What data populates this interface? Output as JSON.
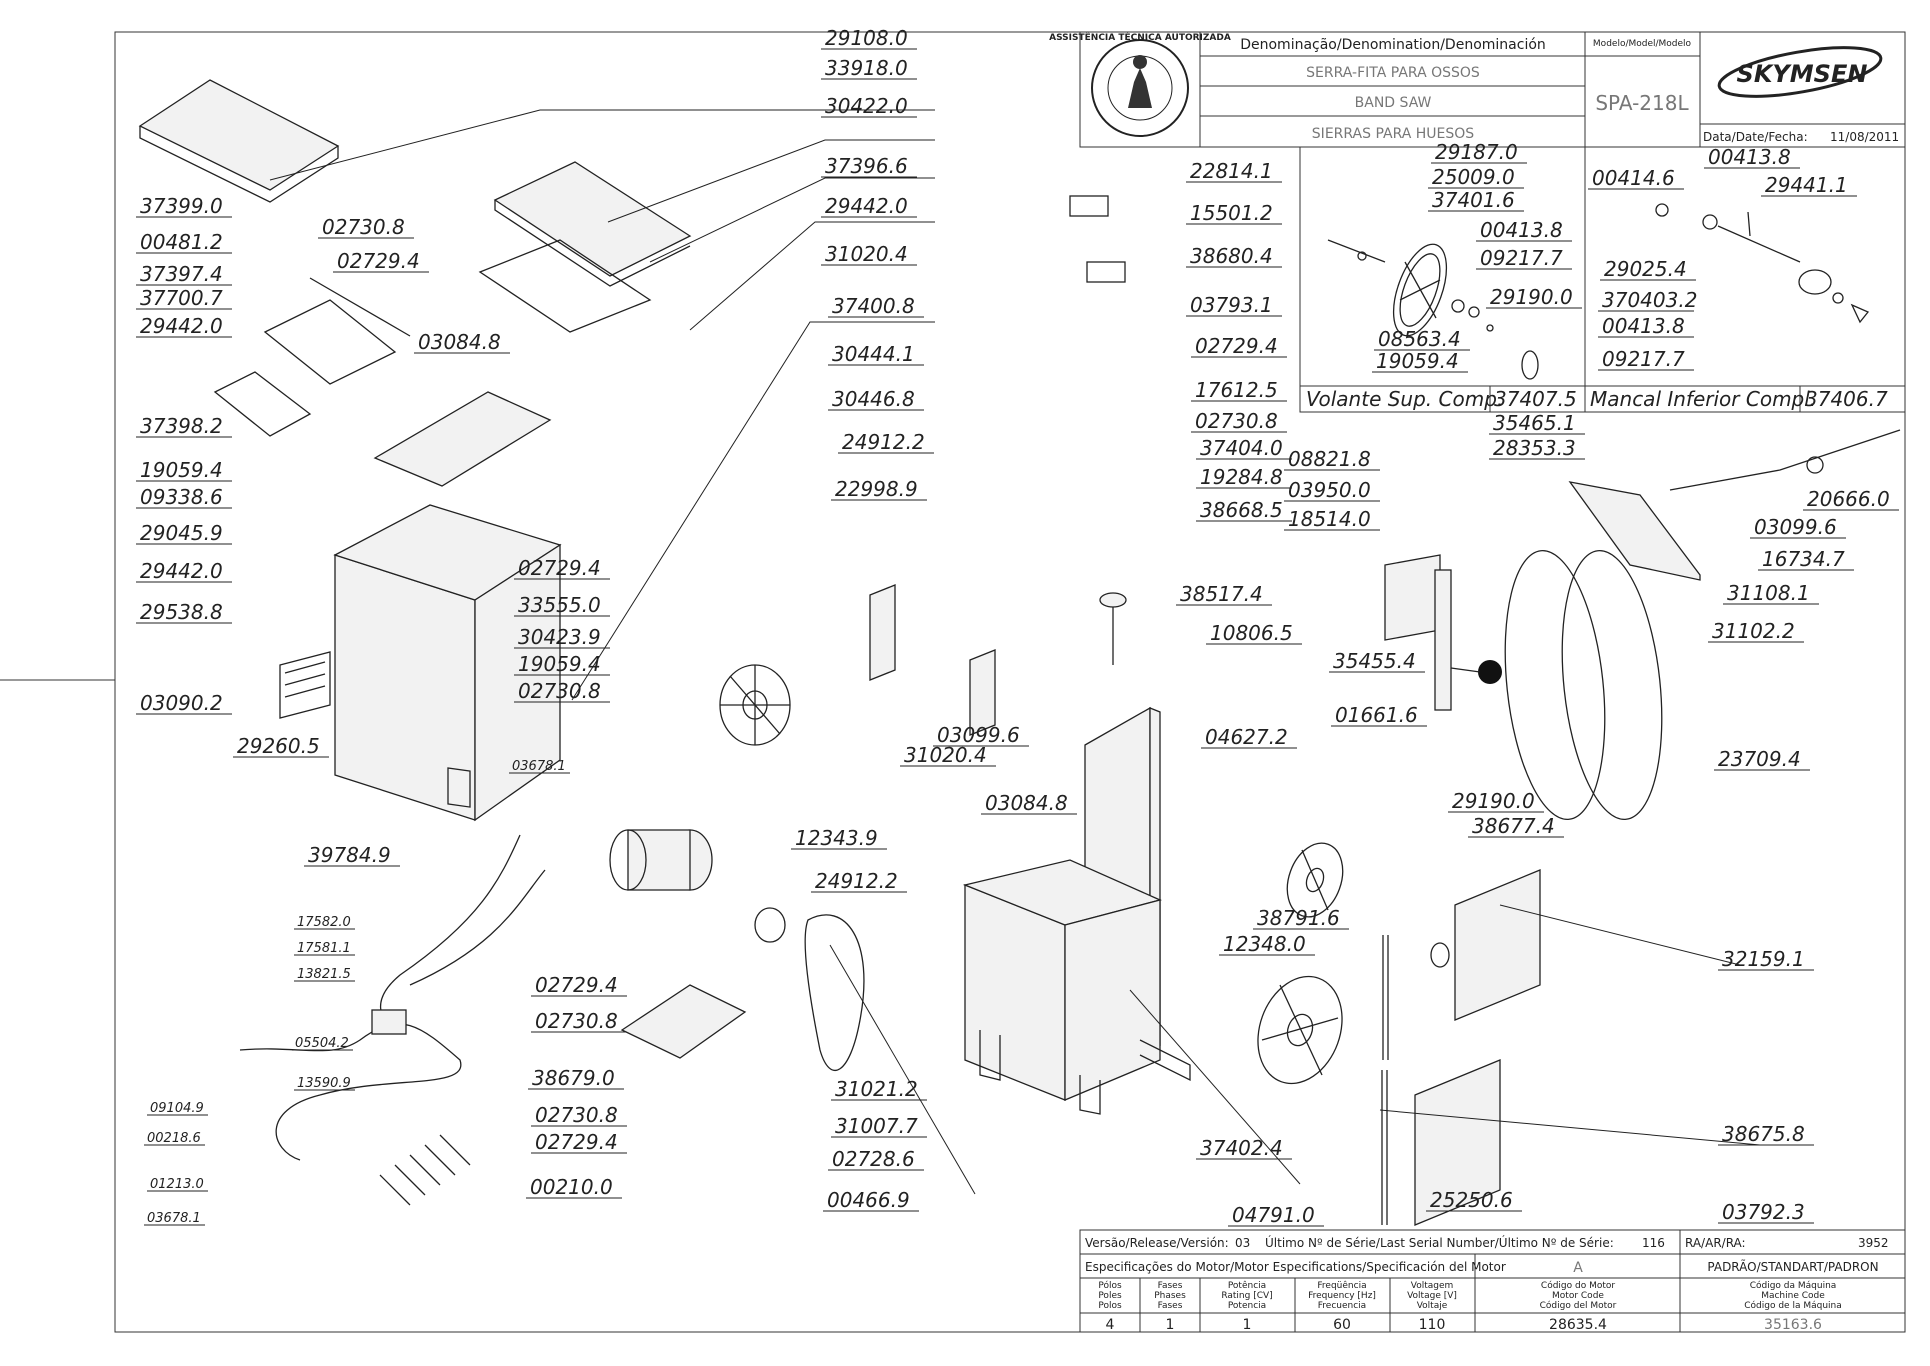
{
  "title_block": {
    "denomination_header": "Denominação/Denomination/Denominación",
    "name_pt": "SERRA-FITA PARA OSSOS",
    "name_en": "BAND SAW",
    "name_es": "SIERRAS PARA HUESOS",
    "model_header": "Modelo/Model/Modelo",
    "model": "SPA-218L",
    "brand": "SKYMSEN",
    "date_label": "Data/Date/Fecha:",
    "date": "11/08/2011",
    "seal_text": "ASSISTÊNCIA TÉCNICA AUTORIZADA"
  },
  "detail_upper": {
    "caption": "Volante Sup. Comp.",
    "code": "37407.5"
  },
  "detail_lower": {
    "caption": "Mancal Inferior Compl.",
    "code": "37406.7"
  },
  "footer": {
    "release_label": "Versão/Release/Versión:",
    "release": "03",
    "serial_label": "Último Nº de Série/Last Serial Number/Último Nº de Série:",
    "serial": "116",
    "ra_label": "RA/AR/RA:",
    "ra": "3952",
    "motor_spec_label": "Especificações do Motor/Motor Especifications/Specificación del Motor",
    "motor_spec_value": "A",
    "standard_label": "PADRÃO/STANDART/PADRON",
    "col_poles": [
      "Pólos",
      "Poles",
      "Polos"
    ],
    "col_phases": [
      "Fases",
      "Phases",
      "Fases"
    ],
    "col_power": [
      "Potência",
      "Rating [CV]",
      "Potencia"
    ],
    "col_freq": [
      "Freqüência",
      "Frequency [Hz]",
      "Frecuencia"
    ],
    "col_voltage": [
      "Voltagem",
      "Voltage [V]",
      "Voltaje"
    ],
    "col_motor_code": [
      "Código do Motor",
      "Motor Code",
      "Código del Motor"
    ],
    "col_machine_code": [
      "Código da Máquina",
      "Machine Code",
      "Código de la Máquina"
    ],
    "poles": "4",
    "phases": "1",
    "power": "1",
    "frequency": "60",
    "voltage": "110",
    "motor_code": "28635.4",
    "machine_code": "35163.6"
  },
  "part_labels": [
    "29108.0",
    "33918.0",
    "30422.0",
    "37396.6",
    "29442.0",
    "31020.4",
    "37399.0",
    "00481.2",
    "37397.4",
    "37700.7",
    "29442.0",
    "37398.2",
    "02730.8",
    "02729.4",
    "03084.8",
    "19059.4",
    "09338.6",
    "29045.9",
    "29442.0",
    "29538.8",
    "03090.2",
    "29260.5",
    "39784.9",
    "37400.8",
    "30444.1",
    "30446.8",
    "24912.2",
    "22998.9",
    "02729.4",
    "33555.0",
    "30423.9",
    "19059.4",
    "02730.8",
    "22814.1",
    "15501.2",
    "38680.4",
    "03793.1",
    "02729.4",
    "17612.5",
    "02730.8",
    "37404.0",
    "19284.8",
    "38668.5",
    "38517.4",
    "10806.5",
    "03099.6",
    "31020.4",
    "03084.8",
    "04627.2",
    "12343.9",
    "24912.2",
    "38791.6",
    "12348.0",
    "37402.4",
    "04791.0",
    "25250.6",
    "00466.9",
    "31021.2",
    "31007.7",
    "02728.6",
    "02729.4",
    "02730.8",
    "38679.0",
    "02730.8",
    "02729.4",
    "00210.0",
    "29187.0",
    "25009.0",
    "37401.6",
    "00413.8",
    "09217.7",
    "29190.0",
    "08563.4",
    "19059.4",
    "00414.6",
    "00413.8",
    "29441.1",
    "29025.4",
    "370403.2",
    "00413.8",
    "09217.7",
    "08821.8",
    "03950.0",
    "18514.0",
    "35465.1",
    "28353.3",
    "35455.4",
    "01661.6",
    "20666.0",
    "03099.6",
    "16734.7",
    "31108.1",
    "31102.2",
    "23709.4",
    "29190.0",
    "38677.4",
    "32159.1",
    "38675.8",
    "03792.3"
  ],
  "small_labels": [
    "03678.1",
    "17582.0",
    "17581.1",
    "13821.5",
    "05504.2",
    "13590.9",
    "09104.9",
    "00218.6",
    "01213.0",
    "03678.1"
  ]
}
